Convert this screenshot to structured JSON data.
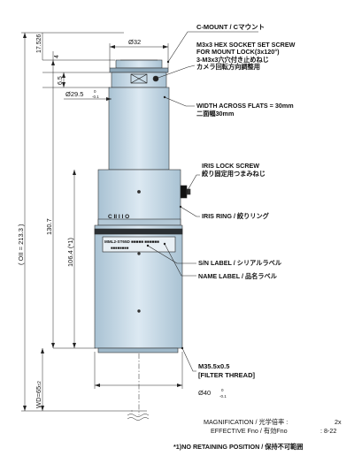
{
  "callouts": {
    "c_mount": "C-MOUNT / Cマウント",
    "set_screw_1": "M3x3 HEX SOCKET SET SCREW",
    "set_screw_2": "FOR MOUNT LOCK(3x120°)",
    "set_screw_jp_1": "3-M3x3六穴付き止めねじ",
    "set_screw_jp_2": "カメラ回転方向調整用",
    "width_flats": "WIDTH ACROSS FLATS = 30mm",
    "width_flats_jp": "二面幅30mm",
    "iris_lock_1": "IRIS LOCK SCREW",
    "iris_lock_2": "絞り固定用つまみねじ",
    "iris_ring": "IRIS RING / 絞りリング",
    "sn_label": "S/N LABEL / シリアルラベル",
    "name_label": "NAME LABEL / 品名ラベル",
    "filter_1": "M35.5x0.5",
    "filter_2": "[FILTER THREAD]"
  },
  "dimensions": {
    "dia_top": "Ø32",
    "dia_mount": "Ø29.5",
    "dia_mount_tol_upper": "0",
    "dia_mount_tol_lower": "-0.1",
    "dia_bottom": "Ø40",
    "dia_bottom_tol_upper": "0",
    "dia_bottom_tol_lower": "-0.1",
    "flange": "17.526",
    "d4": "4",
    "d65": "6.5",
    "len_total": "130.7",
    "len_body": "106.4 (*1)",
    "oi": "( OII = 213.3 )",
    "wd": "WD=65",
    "wd_tol": "±2"
  },
  "lens_marks": {
    "iris_scale": "C II I I O",
    "label_text": "MML2-ST65D ■■■■■ ■■■■■■",
    "label_text_2": "■■■■■■■■"
  },
  "specs": {
    "magnification_label": "MAGNIFICATION / 光学倍率 :",
    "magnification_value": "2x",
    "fno_label": "EFFECTIVE Fno / 有効Fno",
    "fno_value": ": 8-22"
  },
  "footnote": "*1)NO RETAINING POSITION / 保持不可範囲",
  "colors": {
    "body": "#c9dbe7",
    "body_light": "#dde9f1",
    "body_shade": "#9fb8c9",
    "band": "#2a2f33",
    "line": "#111111"
  }
}
